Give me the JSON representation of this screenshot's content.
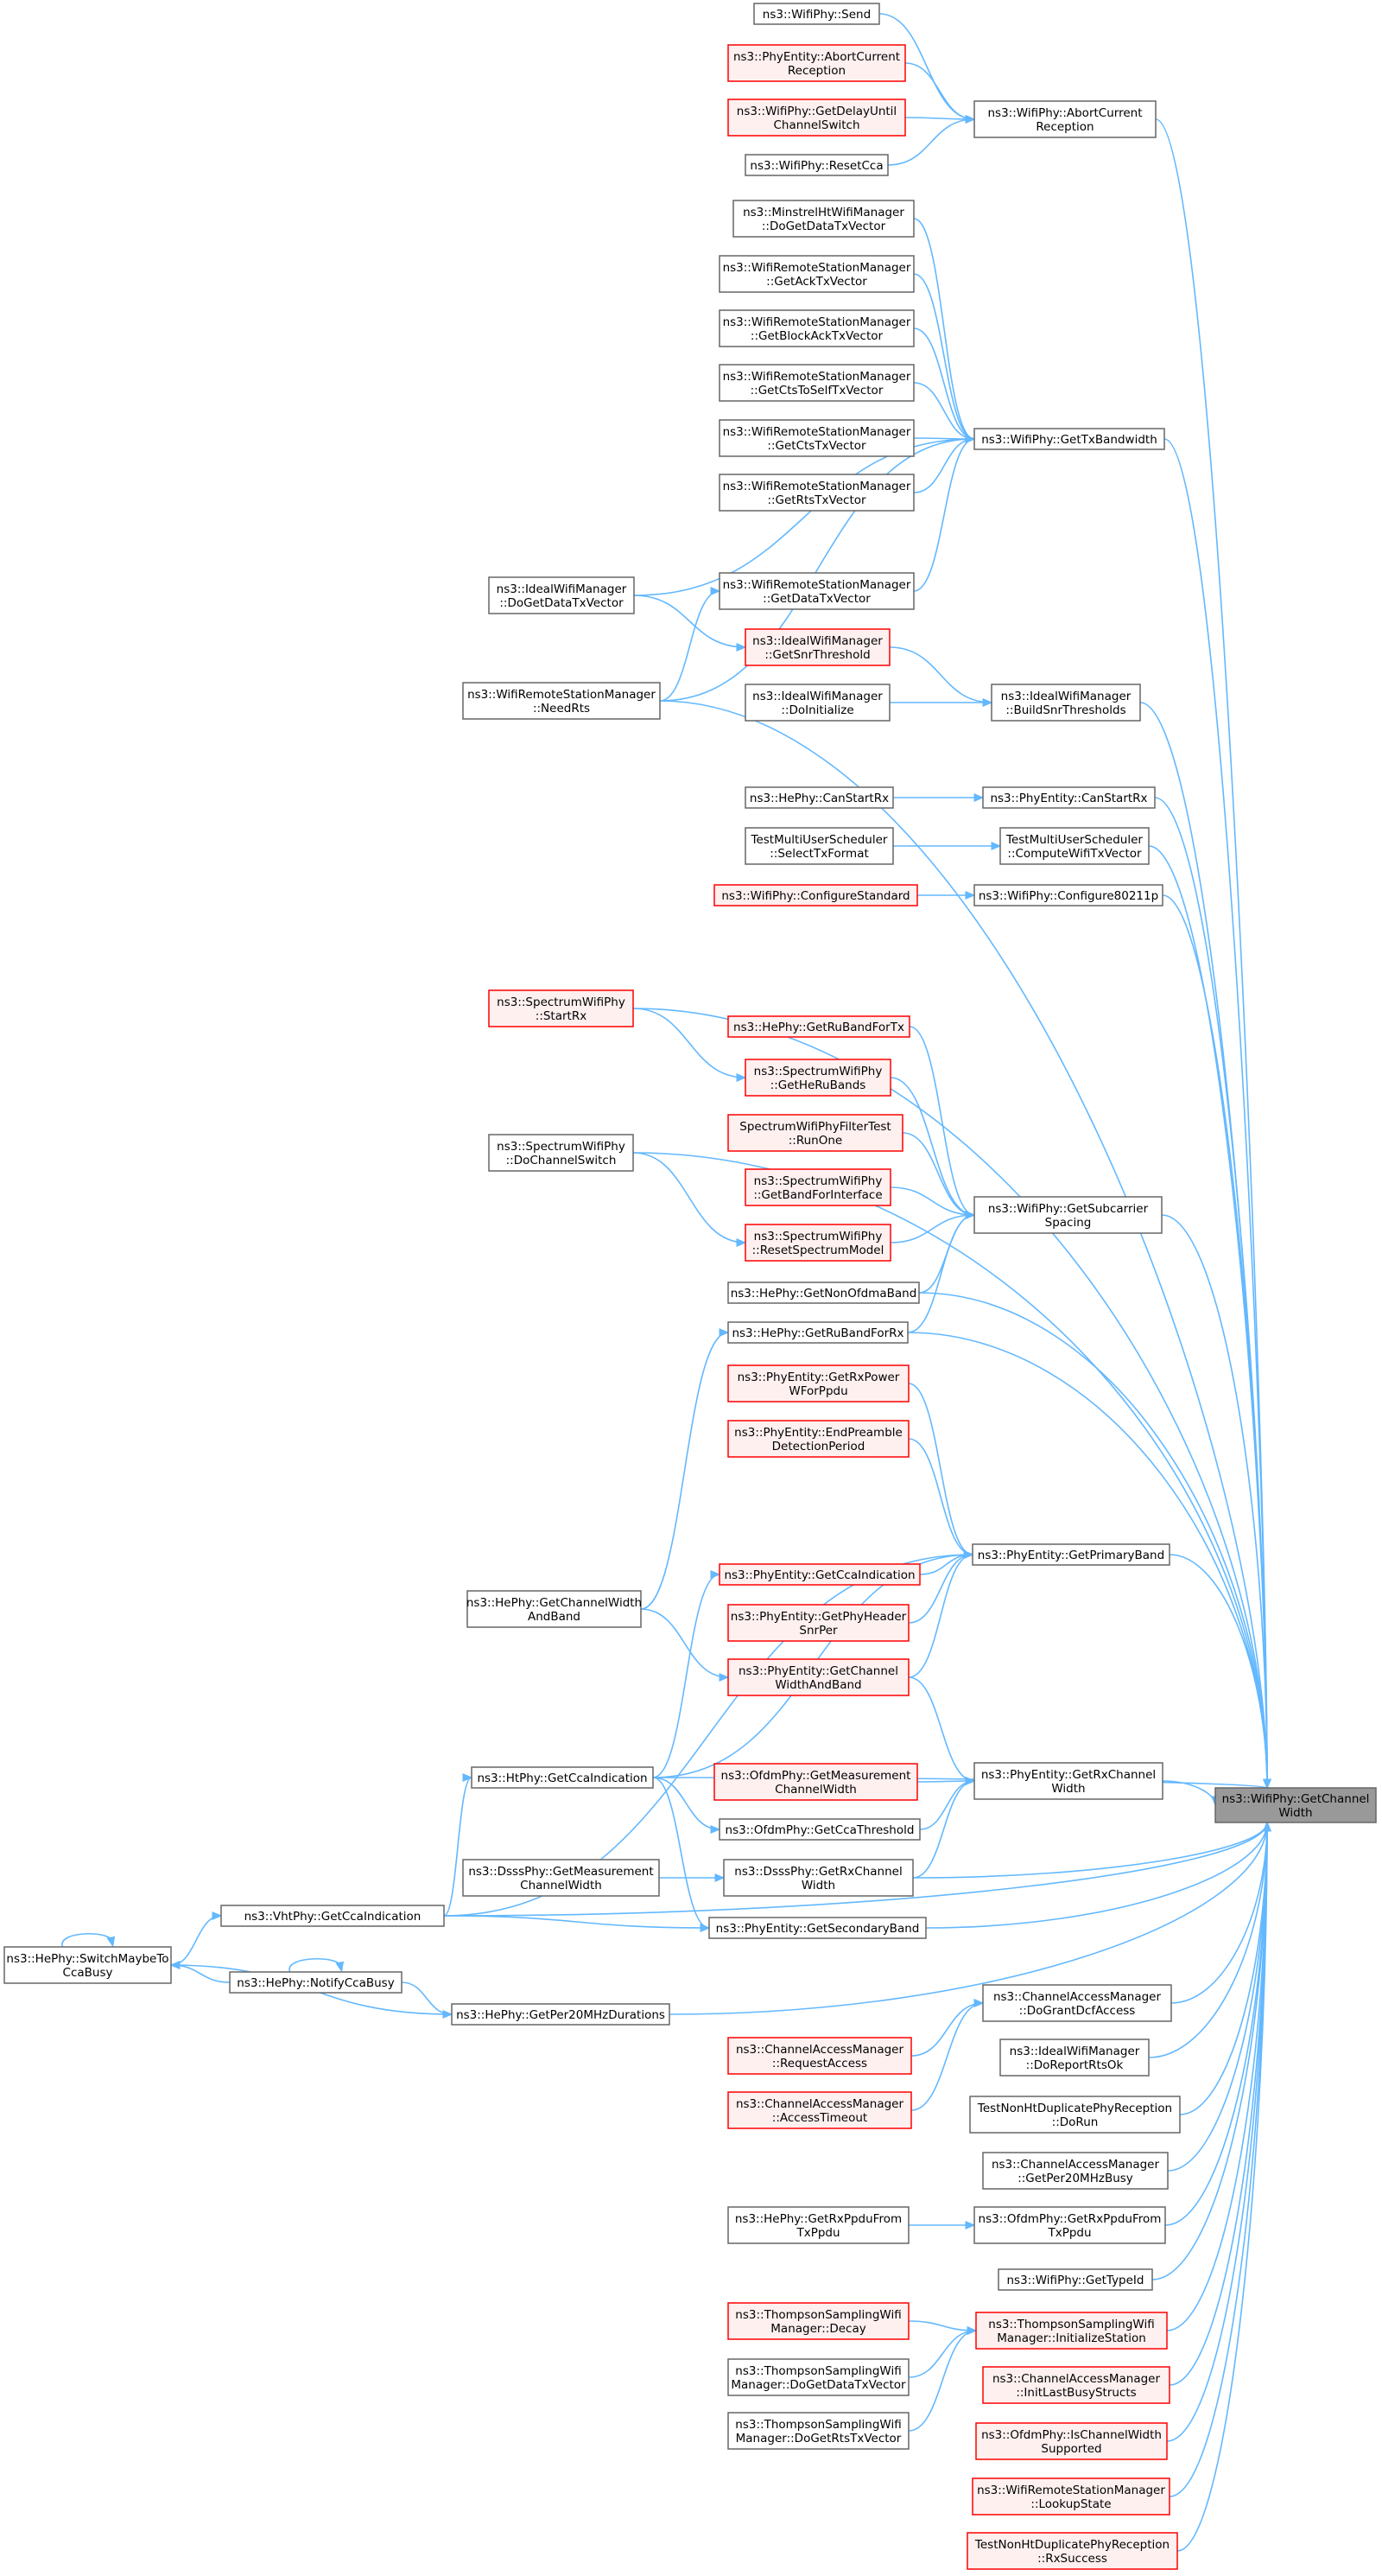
{
  "graph_title": "",
  "colors": {
    "edge": "#63b8ff",
    "node_border": "#666666",
    "node_fill": "#ffffff",
    "highlight_border": "#ff0000",
    "highlight_fill": "#fff0f0",
    "root_fill": "#999999"
  },
  "nodes": {
    "root": {
      "label": [
        "ns3::WifiPhy::GetChannel",
        "Width"
      ],
      "style": "root"
    },
    "send": {
      "label": [
        "ns3::WifiPhy::Send"
      ],
      "style": "normal"
    },
    "pe_abort": {
      "label": [
        "ns3::PhyEntity::AbortCurrent",
        "Reception"
      ],
      "style": "red"
    },
    "getdelay": {
      "label": [
        "ns3::WifiPhy::GetDelayUntil",
        "ChannelSwitch"
      ],
      "style": "red"
    },
    "resetcca": {
      "label": [
        "ns3::WifiPhy::ResetCca"
      ],
      "style": "normal"
    },
    "wp_abort": {
      "label": [
        "ns3::WifiPhy::AbortCurrent",
        "Reception"
      ],
      "style": "normal"
    },
    "minstrel": {
      "label": [
        "ns3::MinstrelHtWifiManager",
        "::DoGetDataTxVector"
      ],
      "style": "normal"
    },
    "getack": {
      "label": [
        "ns3::WifiRemoteStationManager",
        "::GetAckTxVector"
      ],
      "style": "normal"
    },
    "getblockack": {
      "label": [
        "ns3::WifiRemoteStationManager",
        "::GetBlockAckTxVector"
      ],
      "style": "normal"
    },
    "getctstoself": {
      "label": [
        "ns3::WifiRemoteStationManager",
        "::GetCtsToSelfTxVector"
      ],
      "style": "normal"
    },
    "getcts": {
      "label": [
        "ns3::WifiRemoteStationManager",
        "::GetCtsTxVector"
      ],
      "style": "normal"
    },
    "getrts": {
      "label": [
        "ns3::WifiRemoteStationManager",
        "::GetRtsTxVector"
      ],
      "style": "normal"
    },
    "gettxbw": {
      "label": [
        "ns3::WifiPhy::GetTxBandwidth"
      ],
      "style": "normal"
    },
    "ideal_dogetdata": {
      "label": [
        "ns3::IdealWifiManager",
        "::DoGetDataTxVector"
      ],
      "style": "normal"
    },
    "getdatatx": {
      "label": [
        "ns3::WifiRemoteStationManager",
        "::GetDataTxVector"
      ],
      "style": "normal"
    },
    "getsnr": {
      "label": [
        "ns3::IdealWifiManager",
        "::GetSnrThreshold"
      ],
      "style": "red"
    },
    "needrts": {
      "label": [
        "ns3::WifiRemoteStationManager",
        "::NeedRts"
      ],
      "style": "normal"
    },
    "doinit": {
      "label": [
        "ns3::IdealWifiManager",
        "::DoInitialize"
      ],
      "style": "normal"
    },
    "buildsnr": {
      "label": [
        "ns3::IdealWifiManager",
        "::BuildSnrThresholds"
      ],
      "style": "normal"
    },
    "he_canstart": {
      "label": [
        "ns3::HePhy::CanStartRx"
      ],
      "style": "normal"
    },
    "pe_canstart": {
      "label": [
        "ns3::PhyEntity::CanStartRx"
      ],
      "style": "normal"
    },
    "selecttx": {
      "label": [
        "TestMultiUserScheduler",
        "::SelectTxFormat"
      ],
      "style": "normal"
    },
    "computetx": {
      "label": [
        "TestMultiUserScheduler",
        "::ComputeWifiTxVector"
      ],
      "style": "normal"
    },
    "configstd": {
      "label": [
        "ns3::WifiPhy::ConfigureStandard"
      ],
      "style": "red"
    },
    "config80211p": {
      "label": [
        "ns3::WifiPhy::Configure80211p"
      ],
      "style": "normal"
    },
    "startrx": {
      "label": [
        "ns3::SpectrumWifiPhy",
        "::StartRx"
      ],
      "style": "red"
    },
    "getrubandtx": {
      "label": [
        "ns3::HePhy::GetRuBandForTx"
      ],
      "style": "red"
    },
    "getherubands": {
      "label": [
        "ns3::SpectrumWifiPhy",
        "::GetHeRuBands"
      ],
      "style": "red"
    },
    "dochannelswitch": {
      "label": [
        "ns3::SpectrumWifiPhy",
        "::DoChannelSwitch"
      ],
      "style": "normal"
    },
    "filtertest": {
      "label": [
        "SpectrumWifiPhyFilterTest",
        "::RunOne"
      ],
      "style": "red"
    },
    "getbandforif": {
      "label": [
        "ns3::SpectrumWifiPhy",
        "::GetBandForInterface"
      ],
      "style": "red"
    },
    "resetspectrum": {
      "label": [
        "ns3::SpectrumWifiPhy",
        "::ResetSpectrumModel"
      ],
      "style": "red"
    },
    "getsubcarrier": {
      "label": [
        "ns3::WifiPhy::GetSubcarrier",
        "Spacing"
      ],
      "style": "normal"
    },
    "getnonofdma": {
      "label": [
        "ns3::HePhy::GetNonOfdmaBand"
      ],
      "style": "normal"
    },
    "getrubandrx": {
      "label": [
        "ns3::HePhy::GetRuBandForRx"
      ],
      "style": "normal"
    },
    "getrxpower": {
      "label": [
        "ns3::PhyEntity::GetRxPower",
        "WForPpdu"
      ],
      "style": "red"
    },
    "endpreamble": {
      "label": [
        "ns3::PhyEntity::EndPreamble",
        "DetectionPeriod"
      ],
      "style": "red"
    },
    "pe_getcca": {
      "label": [
        "ns3::PhyEntity::GetCcaIndication"
      ],
      "style": "red"
    },
    "getprimary": {
      "label": [
        "ns3::PhyEntity::GetPrimaryBand"
      ],
      "style": "normal"
    },
    "he_getcwband": {
      "label": [
        "ns3::HePhy::GetChannelWidth",
        "AndBand"
      ],
      "style": "normal"
    },
    "getphyheader": {
      "label": [
        "ns3::PhyEntity::GetPhyHeader",
        "SnrPer"
      ],
      "style": "red"
    },
    "pe_getcwband": {
      "label": [
        "ns3::PhyEntity::GetChannel",
        "WidthAndBand"
      ],
      "style": "red"
    },
    "ht_getcca": {
      "label": [
        "ns3::HtPhy::GetCcaIndication"
      ],
      "style": "normal"
    },
    "ofdm_getmeas": {
      "label": [
        "ns3::OfdmPhy::GetMeasurement",
        "ChannelWidth"
      ],
      "style": "red"
    },
    "pe_getrxcw": {
      "label": [
        "ns3::PhyEntity::GetRxChannel",
        "Width"
      ],
      "style": "normal"
    },
    "ofdm_ccathr": {
      "label": [
        "ns3::OfdmPhy::GetCcaThreshold"
      ],
      "style": "normal"
    },
    "dsss_getmeas": {
      "label": [
        "ns3::DsssPhy::GetMeasurement",
        "ChannelWidth"
      ],
      "style": "normal"
    },
    "dsss_getrxcw": {
      "label": [
        "ns3::DsssPhy::GetRxChannel",
        "Width"
      ],
      "style": "normal"
    },
    "vht_getcca": {
      "label": [
        "ns3::VhtPhy::GetCcaIndication"
      ],
      "style": "normal"
    },
    "getsecondary": {
      "label": [
        "ns3::PhyEntity::GetSecondaryBand"
      ],
      "style": "normal"
    },
    "switchmaybe": {
      "label": [
        "ns3::HePhy::SwitchMaybeTo",
        "CcaBusy"
      ],
      "style": "normal"
    },
    "notifycca": {
      "label": [
        "ns3::HePhy::NotifyCcaBusy"
      ],
      "style": "normal"
    },
    "getper20": {
      "label": [
        "ns3::HePhy::GetPer20MHzDurations"
      ],
      "style": "normal"
    },
    "grantdcf": {
      "label": [
        "ns3::ChannelAccessManager",
        "::DoGrantDcfAccess"
      ],
      "style": "normal"
    },
    "requestaccess": {
      "label": [
        "ns3::ChannelAccessManager",
        "::RequestAccess"
      ],
      "style": "red"
    },
    "accesstimeout": {
      "label": [
        "ns3::ChannelAccessManager",
        "::AccessTimeout"
      ],
      "style": "red"
    },
    "doreportrtsok": {
      "label": [
        "ns3::IdealWifiManager",
        "::DoReportRtsOk"
      ],
      "style": "normal"
    },
    "nonht_dorun": {
      "label": [
        "TestNonHtDuplicatePhyReception",
        "::DoRun"
      ],
      "style": "normal"
    },
    "getper20busy": {
      "label": [
        "ns3::ChannelAccessManager",
        "::GetPer20MHzBusy"
      ],
      "style": "normal"
    },
    "he_getrxppdu": {
      "label": [
        "ns3::HePhy::GetRxPpduFrom",
        "TxPpdu"
      ],
      "style": "normal"
    },
    "ofdm_getrxppdu": {
      "label": [
        "ns3::OfdmPhy::GetRxPpduFrom",
        "TxPpdu"
      ],
      "style": "normal"
    },
    "gettypeid": {
      "label": [
        "ns3::WifiPhy::GetTypeId"
      ],
      "style": "normal"
    },
    "ts_decay": {
      "label": [
        "ns3::ThompsonSamplingWifi",
        "Manager::Decay"
      ],
      "style": "red"
    },
    "ts_init": {
      "label": [
        "ns3::ThompsonSamplingWifi",
        "Manager::InitializeStation"
      ],
      "style": "red"
    },
    "ts_dogetdata": {
      "label": [
        "ns3::ThompsonSamplingWifi",
        "Manager::DoGetDataTxVector"
      ],
      "style": "normal"
    },
    "ts_dogetrts": {
      "label": [
        "ns3::ThompsonSamplingWifi",
        "Manager::DoGetRtsTxVector"
      ],
      "style": "normal"
    },
    "initlastbusy": {
      "label": [
        "ns3::ChannelAccessManager",
        "::InitLastBusyStructs"
      ],
      "style": "red"
    },
    "ischannelwidth": {
      "label": [
        "ns3::OfdmPhy::IsChannelWidth",
        "Supported"
      ],
      "style": "red"
    },
    "lookupstate": {
      "label": [
        "ns3::WifiRemoteStationManager",
        "::LookupState"
      ],
      "style": "red"
    },
    "rxsuccess": {
      "label": [
        "TestNonHtDuplicatePhyReception",
        "::RxSuccess"
      ],
      "style": "red"
    }
  },
  "edges": [
    [
      "send",
      "wp_abort"
    ],
    [
      "pe_abort",
      "wp_abort"
    ],
    [
      "getdelay",
      "wp_abort"
    ],
    [
      "resetcca",
      "wp_abort"
    ],
    [
      "wp_abort",
      "root"
    ],
    [
      "minstrel",
      "gettxbw"
    ],
    [
      "getack",
      "gettxbw"
    ],
    [
      "getblockack",
      "gettxbw"
    ],
    [
      "getctstoself",
      "gettxbw"
    ],
    [
      "getcts",
      "gettxbw"
    ],
    [
      "getrts",
      "gettxbw"
    ],
    [
      "ideal_dogetdata",
      "gettxbw"
    ],
    [
      "getdatatx",
      "gettxbw"
    ],
    [
      "needrts",
      "gettxbw"
    ],
    [
      "gettxbw",
      "root"
    ],
    [
      "ideal_dogetdata",
      "getsnr"
    ],
    [
      "needrts",
      "getdatatx"
    ],
    [
      "getsnr",
      "buildsnr"
    ],
    [
      "doinit",
      "buildsnr"
    ],
    [
      "buildsnr",
      "root"
    ],
    [
      "needrts",
      "root"
    ],
    [
      "he_canstart",
      "pe_canstart"
    ],
    [
      "pe_canstart",
      "root"
    ],
    [
      "selecttx",
      "computetx"
    ],
    [
      "computetx",
      "root"
    ],
    [
      "configstd",
      "config80211p"
    ],
    [
      "config80211p",
      "root"
    ],
    [
      "startrx",
      "root"
    ],
    [
      "dochannelswitch",
      "root"
    ],
    [
      "startrx",
      "getherubands"
    ],
    [
      "dochannelswitch",
      "resetspectrum"
    ],
    [
      "getrubandtx",
      "getsubcarrier"
    ],
    [
      "getherubands",
      "getsubcarrier"
    ],
    [
      "filtertest",
      "getsubcarrier"
    ],
    [
      "getbandforif",
      "getsubcarrier"
    ],
    [
      "resetspectrum",
      "getsubcarrier"
    ],
    [
      "getnonofdma",
      "getsubcarrier"
    ],
    [
      "getrubandrx",
      "getsubcarrier"
    ],
    [
      "getsubcarrier",
      "root"
    ],
    [
      "getnonofdma",
      "root"
    ],
    [
      "getrubandrx",
      "root"
    ],
    [
      "he_getcwband",
      "getrubandrx"
    ],
    [
      "getrxpower",
      "getprimary"
    ],
    [
      "endpreamble",
      "getprimary"
    ],
    [
      "pe_getcca",
      "getprimary"
    ],
    [
      "getphyheader",
      "getprimary"
    ],
    [
      "pe_getcwband",
      "getprimary"
    ],
    [
      "vht_getcca",
      "getprimary"
    ],
    [
      "getprimary",
      "root"
    ],
    [
      "ht_getcca",
      "pe_getcca"
    ],
    [
      "he_getcwband",
      "pe_getcwband"
    ],
    [
      "ht_getcca",
      "getprimary"
    ],
    [
      "pe_getcwband",
      "pe_getrxcw"
    ],
    [
      "ofdm_getmeas",
      "pe_getrxcw"
    ],
    [
      "ofdm_ccathr",
      "pe_getrxcw"
    ],
    [
      "dsss_getrxcw",
      "pe_getrxcw"
    ],
    [
      "pe_getrxcw",
      "root"
    ],
    [
      "ht_getcca",
      "root"
    ],
    [
      "ht_getcca",
      "ofdm_ccathr"
    ],
    [
      "ht_getcca",
      "getsecondary"
    ],
    [
      "dsss_getmeas",
      "dsss_getrxcw"
    ],
    [
      "dsss_getrxcw",
      "root"
    ],
    [
      "vht_getcca",
      "ht_getcca"
    ],
    [
      "vht_getcca",
      "getsecondary"
    ],
    [
      "vht_getcca",
      "root"
    ],
    [
      "getsecondary",
      "root"
    ],
    [
      "switchmaybe",
      "vht_getcca"
    ],
    [
      "switchmaybe",
      "switchmaybe"
    ],
    [
      "notifycca",
      "switchmaybe"
    ],
    [
      "notifycca",
      "notifycca"
    ],
    [
      "getper20",
      "switchmaybe"
    ],
    [
      "notifycca",
      "getper20"
    ],
    [
      "getper20",
      "root"
    ],
    [
      "grantdcf",
      "root"
    ],
    [
      "requestaccess",
      "grantdcf"
    ],
    [
      "accesstimeout",
      "grantdcf"
    ],
    [
      "doreportrtsok",
      "root"
    ],
    [
      "nonht_dorun",
      "root"
    ],
    [
      "getper20busy",
      "root"
    ],
    [
      "he_getrxppdu",
      "ofdm_getrxppdu"
    ],
    [
      "ofdm_getrxppdu",
      "root"
    ],
    [
      "gettypeid",
      "root"
    ],
    [
      "ts_decay",
      "ts_init"
    ],
    [
      "ts_dogetdata",
      "ts_init"
    ],
    [
      "ts_dogetrts",
      "ts_init"
    ],
    [
      "ts_init",
      "root"
    ],
    [
      "initlastbusy",
      "root"
    ],
    [
      "ischannelwidth",
      "root"
    ],
    [
      "lookupstate",
      "root"
    ],
    [
      "rxsuccess",
      "root"
    ]
  ]
}
